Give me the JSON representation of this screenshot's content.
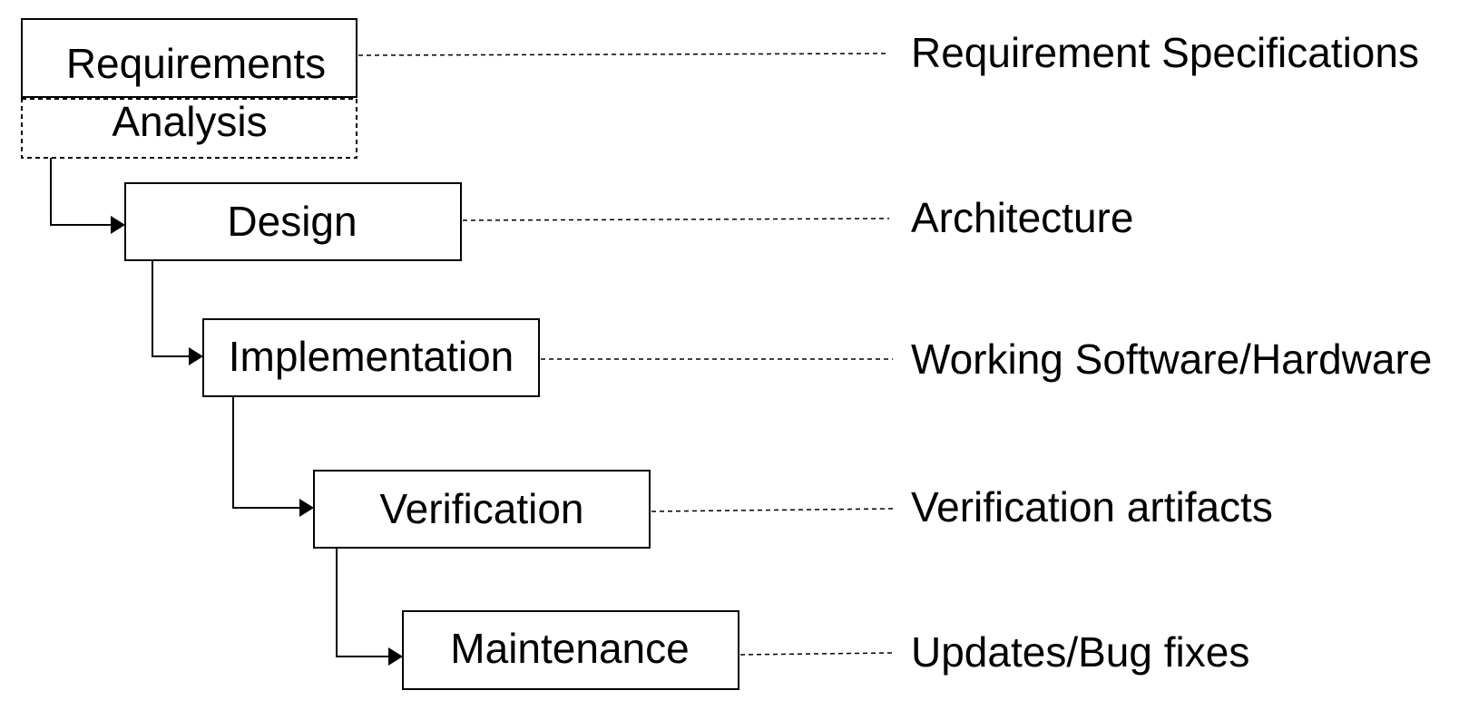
{
  "stages": [
    {
      "label": "Requirements",
      "sublabel": "Analysis",
      "artifact": "Requirement Specifications"
    },
    {
      "label": "Design",
      "artifact": "Architecture"
    },
    {
      "label": "Implementation",
      "artifact": "Working Software/Hardware"
    },
    {
      "label": "Verification",
      "artifact": "Verification artifacts"
    },
    {
      "label": "Maintenance",
      "artifact": "Updates/Bug fixes"
    }
  ]
}
